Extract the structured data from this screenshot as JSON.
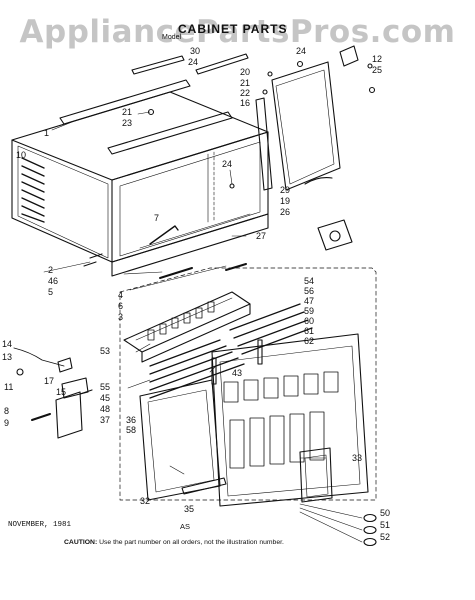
{
  "watermark": "AppliancePartsPros.com",
  "title": "CABINET PARTS",
  "model_line": "Model",
  "footer": {
    "date": "NOVEMBER, 1981",
    "code": "AS",
    "caution_label": "CAUTION:",
    "caution_text": "Use the part number on all orders, not the illustration number."
  },
  "callouts": [
    {
      "id": "c30",
      "text": "30"
    },
    {
      "id": "c24a",
      "text": "24"
    },
    {
      "id": "c24b",
      "text": "24"
    },
    {
      "id": "c12",
      "text": "12"
    },
    {
      "id": "c25",
      "text": "25"
    },
    {
      "id": "c20",
      "text": "20"
    },
    {
      "id": "c21a",
      "text": "21"
    },
    {
      "id": "c22",
      "text": "22"
    },
    {
      "id": "c16",
      "text": "16"
    },
    {
      "id": "c1",
      "text": "1"
    },
    {
      "id": "c21b",
      "text": "21"
    },
    {
      "id": "c23",
      "text": "23"
    },
    {
      "id": "c10",
      "text": "10"
    },
    {
      "id": "c24c",
      "text": "24"
    },
    {
      "id": "c29",
      "text": "29"
    },
    {
      "id": "c19",
      "text": "19"
    },
    {
      "id": "c26",
      "text": "26"
    },
    {
      "id": "c7",
      "text": "7"
    },
    {
      "id": "c27",
      "text": "27"
    },
    {
      "id": "c2",
      "text": "2"
    },
    {
      "id": "c46",
      "text": "46"
    },
    {
      "id": "c5",
      "text": "5"
    },
    {
      "id": "c4",
      "text": "4"
    },
    {
      "id": "c6",
      "text": "6"
    },
    {
      "id": "c3",
      "text": "3"
    },
    {
      "id": "c54",
      "text": "54"
    },
    {
      "id": "c56",
      "text": "56"
    },
    {
      "id": "c47",
      "text": "47"
    },
    {
      "id": "c59",
      "text": "59"
    },
    {
      "id": "c60",
      "text": "60"
    },
    {
      "id": "c61",
      "text": "61"
    },
    {
      "id": "c62",
      "text": "62"
    },
    {
      "id": "c53",
      "text": "53"
    },
    {
      "id": "c14",
      "text": "14"
    },
    {
      "id": "c13",
      "text": "13"
    },
    {
      "id": "c11",
      "text": "11"
    },
    {
      "id": "c17",
      "text": "17"
    },
    {
      "id": "c15",
      "text": "15"
    },
    {
      "id": "c8",
      "text": "8"
    },
    {
      "id": "c9",
      "text": "9"
    },
    {
      "id": "c43",
      "text": "43"
    },
    {
      "id": "c55",
      "text": "55"
    },
    {
      "id": "c45",
      "text": "45"
    },
    {
      "id": "c48",
      "text": "48"
    },
    {
      "id": "c37",
      "text": "37"
    },
    {
      "id": "c36",
      "text": "36"
    },
    {
      "id": "c58",
      "text": "58"
    },
    {
      "id": "c33",
      "text": "33"
    },
    {
      "id": "c32",
      "text": "32"
    },
    {
      "id": "c35",
      "text": "35"
    },
    {
      "id": "c50",
      "text": "50"
    },
    {
      "id": "c51",
      "text": "51"
    },
    {
      "id": "c52",
      "text": "52"
    }
  ]
}
